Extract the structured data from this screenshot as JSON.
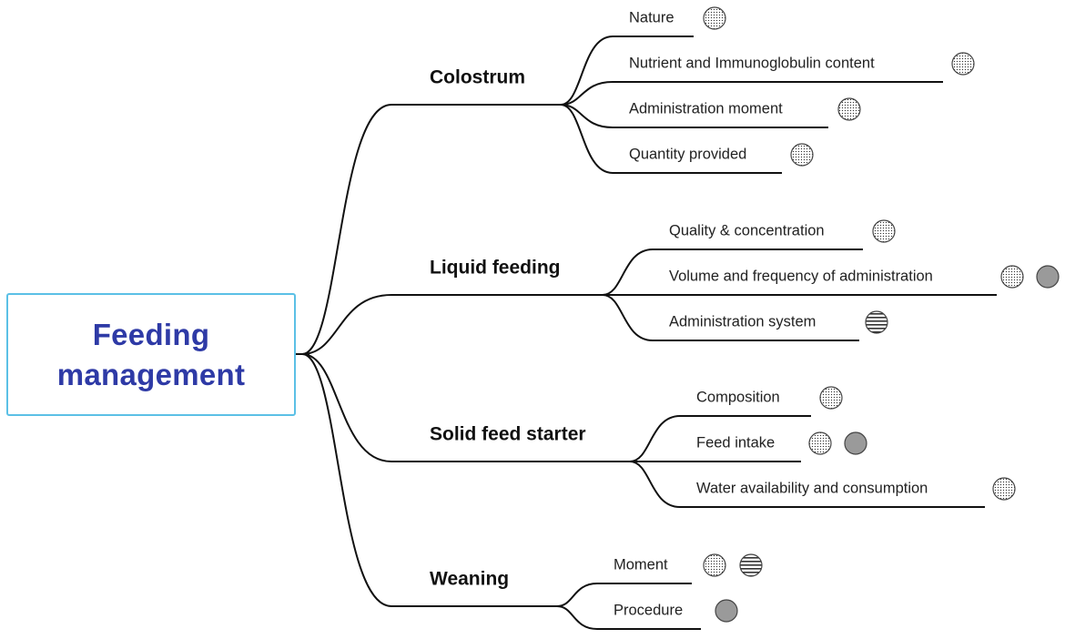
{
  "root": {
    "line1": "Feeding",
    "line2": "management"
  },
  "colors": {
    "root_text": "#2e3aa6",
    "root_border": "#5bc0e6",
    "line": "#111111",
    "solid_fill": "#9a9a9a"
  },
  "branches": [
    {
      "label": "Colostrum",
      "children": [
        {
          "label": "Nature",
          "markers": [
            "dotted"
          ]
        },
        {
          "label": "Nutrient and Immunoglobulin content",
          "markers": [
            "dotted"
          ]
        },
        {
          "label": "Administration moment",
          "markers": [
            "dotted"
          ]
        },
        {
          "label": "Quantity provided",
          "markers": [
            "dotted"
          ]
        }
      ]
    },
    {
      "label": "Liquid feeding",
      "children": [
        {
          "label": "Quality & concentration",
          "markers": [
            "dotted"
          ]
        },
        {
          "label": "Volume and frequency of administration",
          "markers": [
            "dotted",
            "solid"
          ]
        },
        {
          "label": "Administration system",
          "markers": [
            "striped"
          ]
        }
      ]
    },
    {
      "label": "Solid feed starter",
      "children": [
        {
          "label": "Composition",
          "markers": [
            "dotted"
          ]
        },
        {
          "label": "Feed intake",
          "markers": [
            "dotted",
            "solid"
          ]
        },
        {
          "label": "Water availability and consumption",
          "markers": [
            "dotted"
          ]
        }
      ]
    },
    {
      "label": "Weaning",
      "children": [
        {
          "label": "Moment",
          "markers": [
            "dotted",
            "striped"
          ]
        },
        {
          "label": "Procedure",
          "markers": [
            "solid"
          ]
        }
      ]
    }
  ]
}
